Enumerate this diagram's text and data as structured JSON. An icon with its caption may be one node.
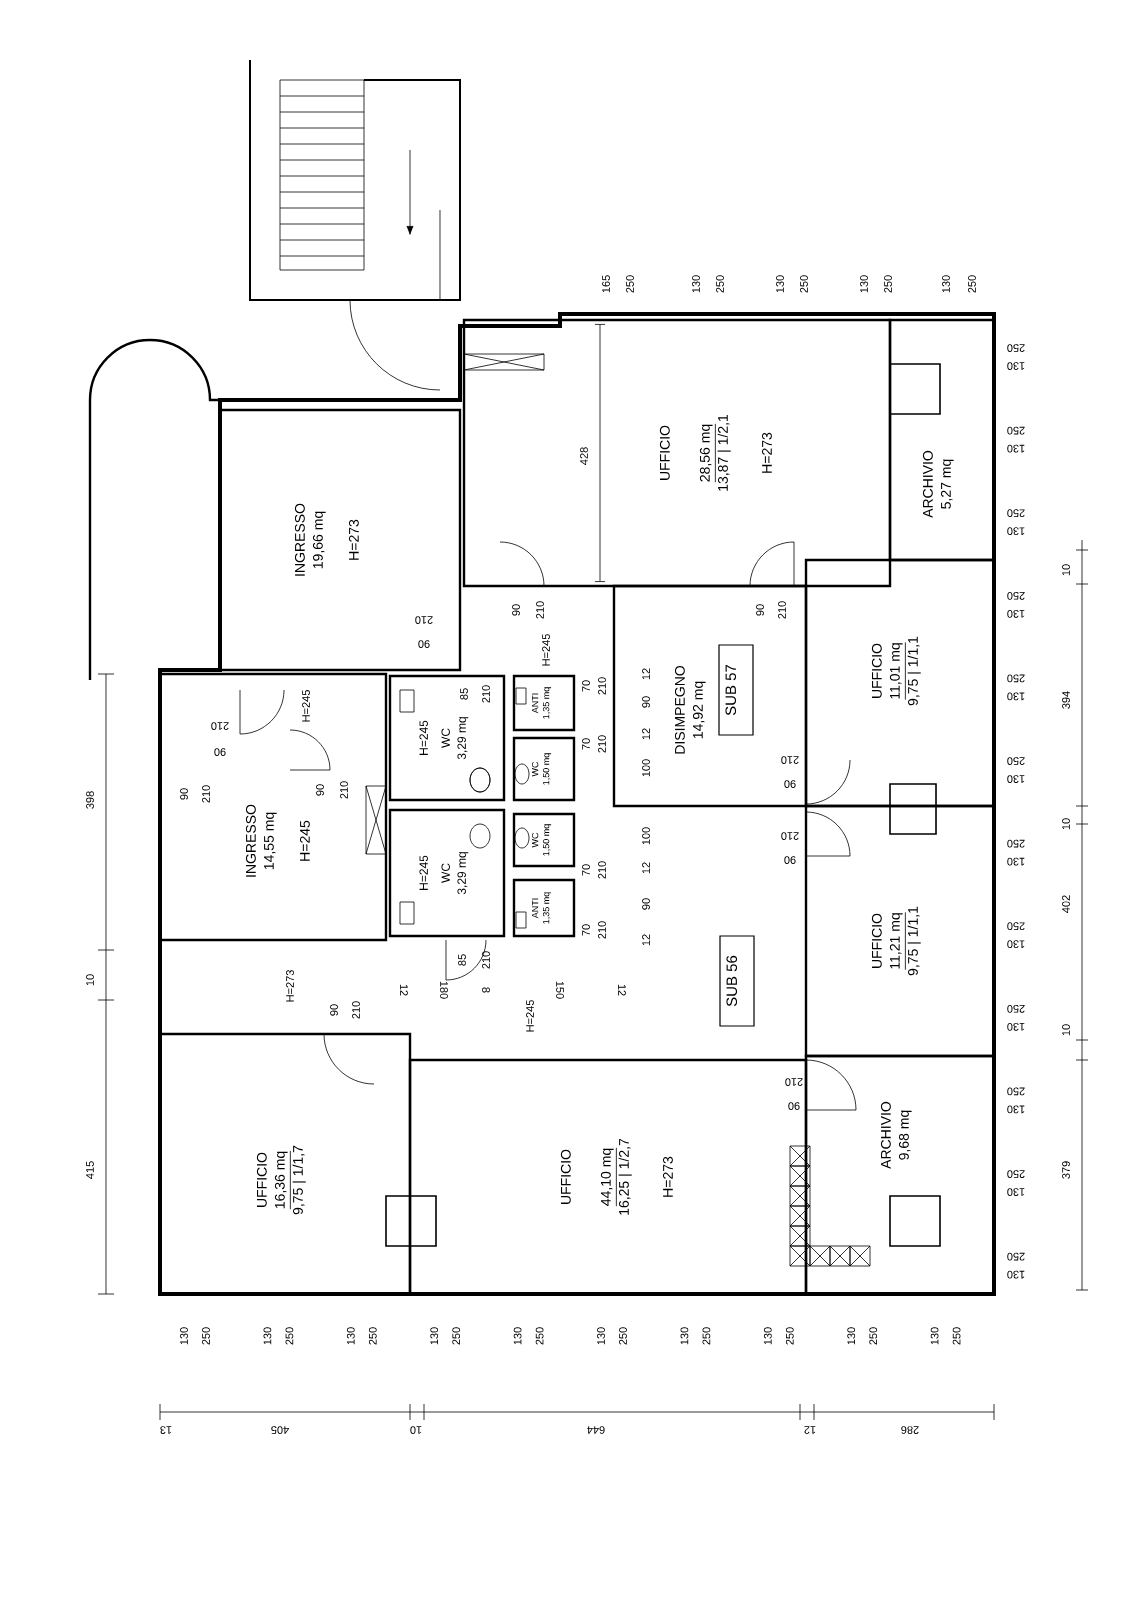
{
  "diagram": {
    "nodes": [
      {
        "text": [
          "INGRESSO",
          "19,66 mq",
          "H=273"
        ]
      },
      {
        "text": [
          "UFFICIO",
          "28,56 mq",
          "13,87 | 1/2,1",
          "H=273"
        ]
      },
      {
        "text": [
          "ARCHIVIO",
          "5,27 mq"
        ]
      },
      {
        "text": [
          "H=245",
          "WC",
          "3,29 mq"
        ]
      },
      {
        "text": [
          "ANTI",
          "1,35 mq"
        ]
      },
      {
        "text": [
          "WC",
          "1,50 mq"
        ]
      },
      {
        "text": [
          "DISIMPEGNO",
          "14,92 mq"
        ]
      },
      {
        "text": [
          "SUB 57"
        ],
        "in": 6
      },
      {
        "text": [
          "UFFICIO",
          "11,01 mq",
          "9,75 | 1/1,1"
        ]
      },
      {
        "text": [
          "INGRESSO",
          "14,55 mq",
          "H=245"
        ]
      },
      {
        "text": [
          "H=245",
          "WC",
          "3,29 mq"
        ]
      },
      {
        "text": [
          "WC",
          "1,50 mq"
        ]
      },
      {
        "text": [
          "ANTI",
          "1,35 mq"
        ]
      },
      {
        "text": [
          "UFFICIO",
          "11,21 mq",
          "9,75 | 1/1,1"
        ]
      },
      {
        "text": [
          "SUB 56"
        ]
      },
      {
        "text": [
          "UFFICIO",
          "16,36 mq",
          "9,75 | 1/1,7"
        ]
      },
      {
        "text": [
          "UFFICIO",
          "44,10 mq",
          "16,25 | 1/2,7",
          "H=273"
        ]
      },
      {
        "text": [
          "ARCHIVIO",
          "9,68 mq"
        ]
      }
    ],
    "labels": [
      "165",
      "250",
      "130",
      "250",
      "130",
      "250",
      "130",
      "250",
      "130",
      "250",
      "428",
      "210",
      "90",
      "90",
      "210",
      "H=245",
      "85",
      "210",
      "70",
      "210",
      "70",
      "210",
      "12",
      "90",
      "12",
      "100",
      "210",
      "90",
      "H=245",
      "90",
      "210",
      "90",
      "210",
      "90",
      "210",
      "210",
      "90",
      "10",
      "394",
      "100",
      "12",
      "90",
      "12",
      "70",
      "210",
      "70",
      "210",
      "210",
      "90",
      "10",
      "402",
      "398",
      "85",
      "210",
      "12",
      "180",
      "8",
      "150",
      "12",
      "H=273",
      "90",
      "210",
      "H=245",
      "10",
      "210",
      "90",
      "10",
      "415",
      "379",
      "250",
      "130",
      "250",
      "130",
      "250",
      "130",
      "250",
      "130",
      "250",
      "130",
      "250",
      "130",
      "250",
      "130",
      "250",
      "130",
      "250",
      "130",
      "250",
      "130",
      "250",
      "130",
      "250",
      "130",
      "130",
      "250",
      "130",
      "250",
      "130",
      "250",
      "130",
      "250",
      "130",
      "250",
      "130",
      "250",
      "130",
      "250",
      "130",
      "250",
      "130",
      "250",
      "130",
      "250",
      "13",
      "405",
      "10",
      "644",
      "12",
      "286"
    ]
  }
}
